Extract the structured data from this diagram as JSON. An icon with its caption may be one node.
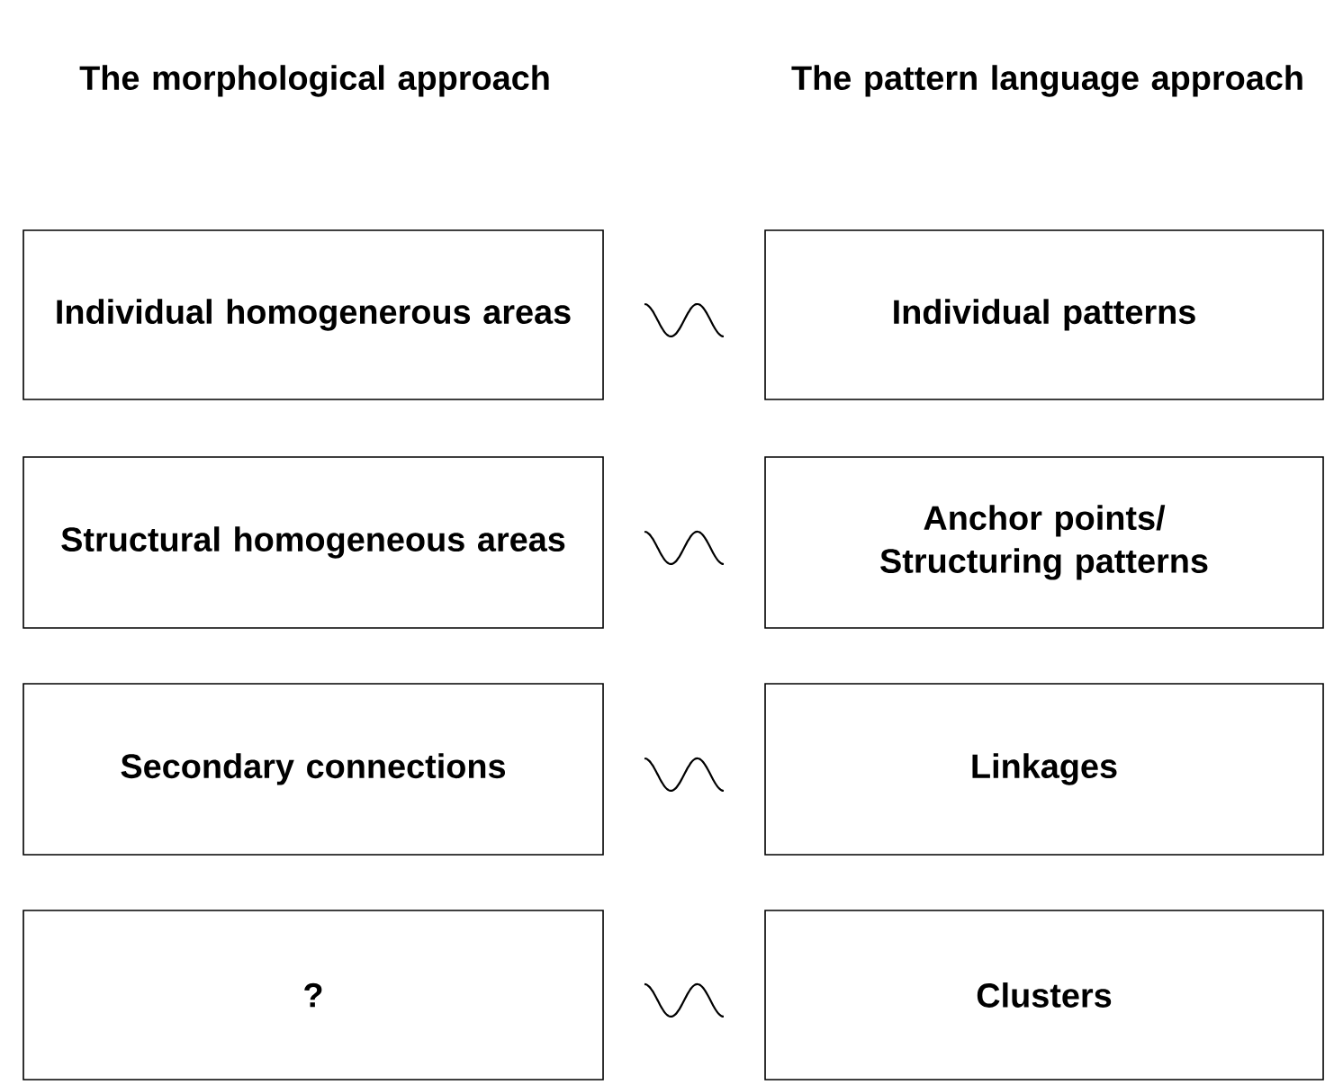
{
  "diagram": {
    "nodes": [
      {
        "text": [
          "Individual homogenerous areas"
        ]
      },
      {
        "text": [
          "Individual patterns"
        ]
      },
      {
        "text": [
          "Structural homogeneous areas"
        ]
      },
      {
        "text": [
          "Anchor points/ Structuring patterns"
        ]
      },
      {
        "text": [
          "Secondary connections"
        ]
      },
      {
        "text": [
          "Linkages"
        ]
      },
      {
        "text": [
          "?"
        ]
      },
      {
        "text": [
          "Clusters"
        ]
      }
    ],
    "labels": [
      "The morphological approach",
      "The pattern language approach"
    ]
  }
}
